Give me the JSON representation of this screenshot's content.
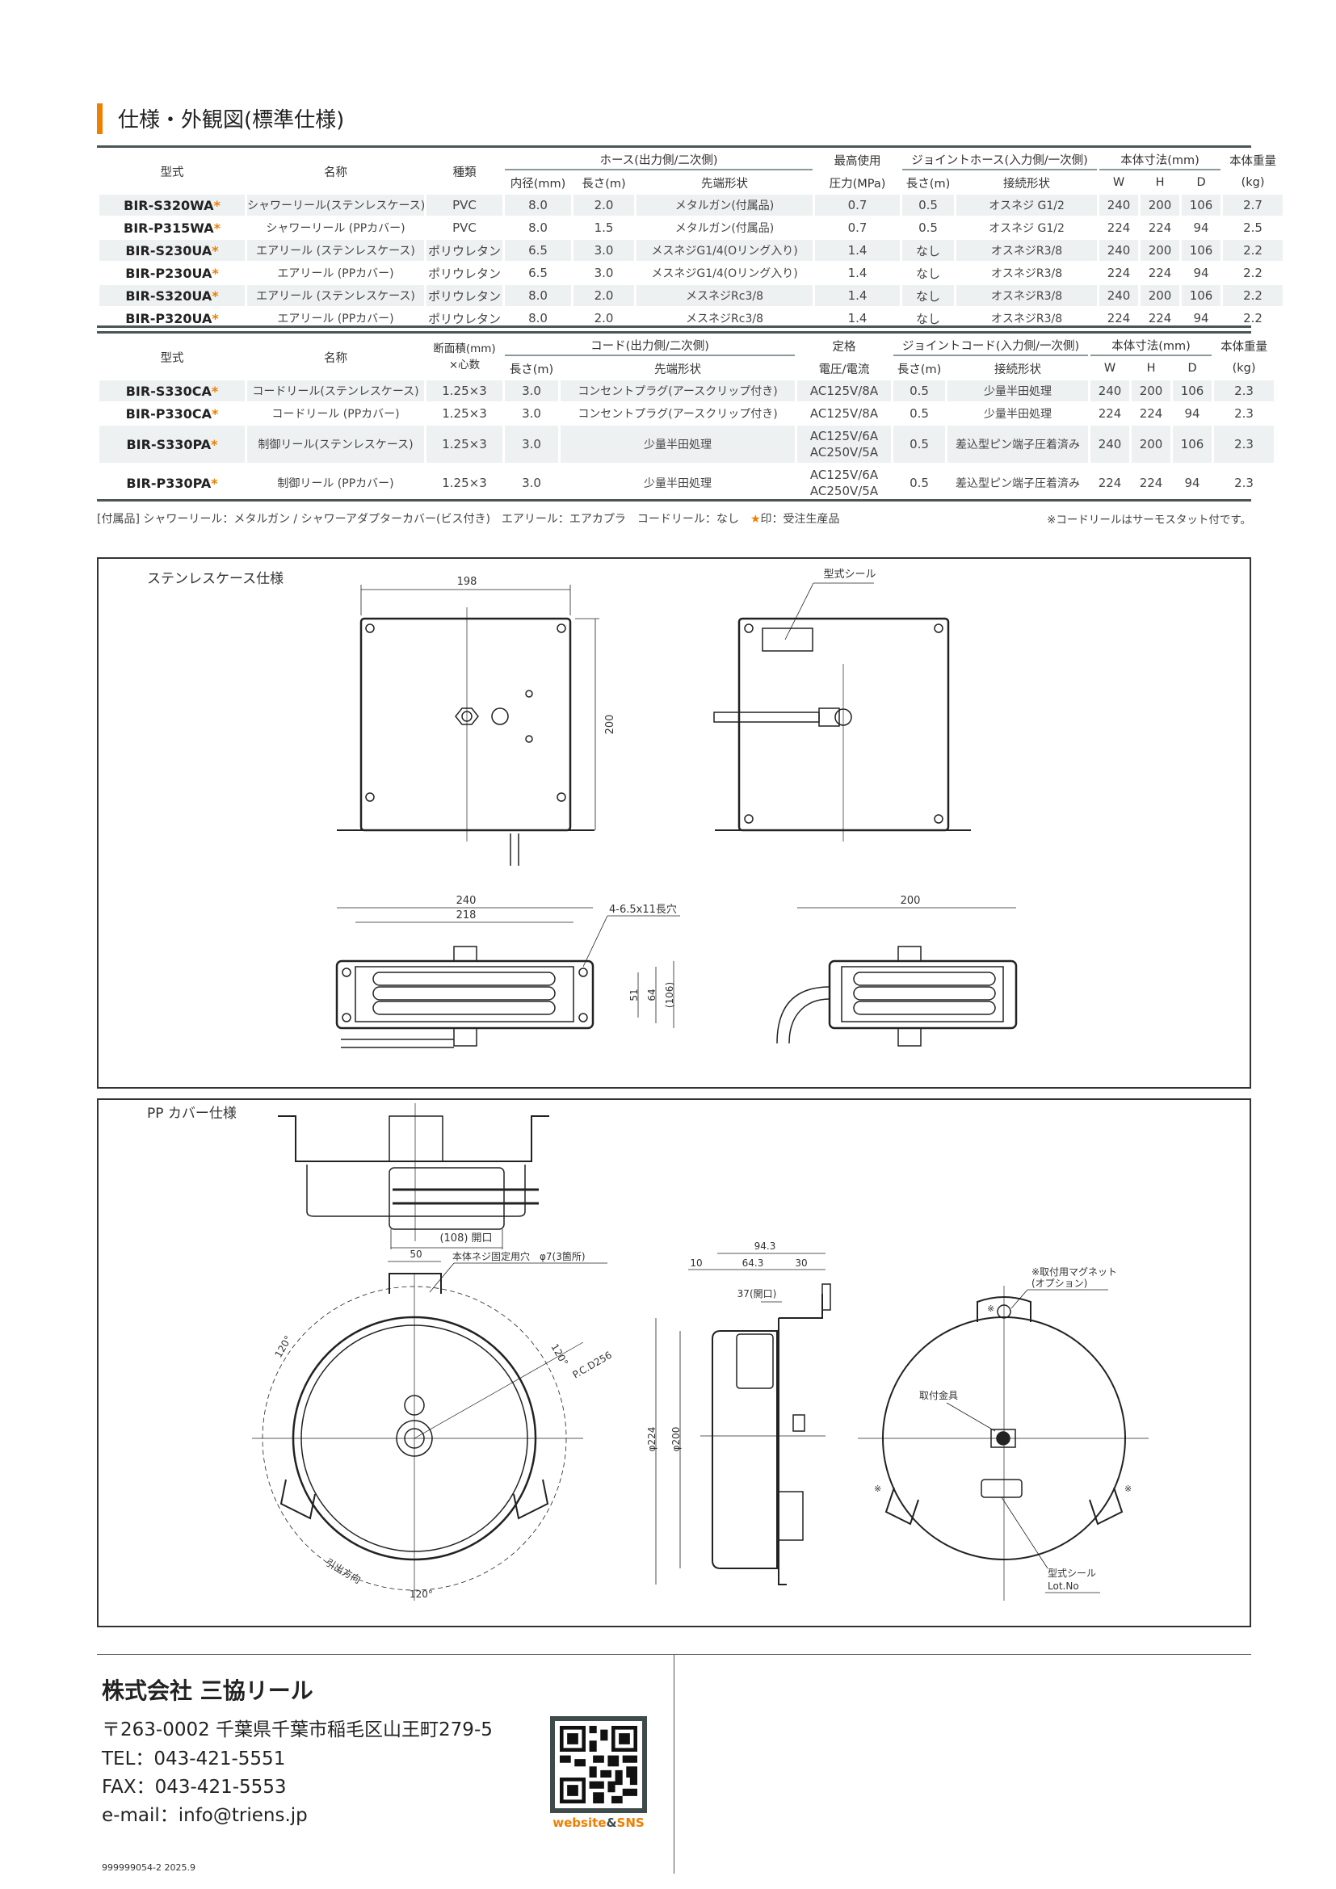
{
  "section_title": "仕様・外観図(標準仕様)",
  "star": "*",
  "table1": {
    "headers": {
      "model": "型式",
      "name": "名称",
      "type": "種類",
      "hose_group": "ホース(出力側/二次側)",
      "inner_dia": "内径(mm)",
      "length": "長さ(m)",
      "tip": "先端形状",
      "pressure_top": "最高使用",
      "pressure_bottom": "圧力(MPa)",
      "joint_group": "ジョイントホース(入力側/一次側)",
      "joint_length": "長さ(m)",
      "joint_conn": "接続形状",
      "dim_group": "本体寸法(mm)",
      "w": "W",
      "h": "H",
      "d": "D",
      "weight_top": "本体重量",
      "weight_bottom": "(kg)"
    },
    "rows": [
      {
        "model": "BIR-S320WA",
        "name": "シャワーリール(ステンレスケース)",
        "type": "PVC",
        "inner": "8.0",
        "len": "2.0",
        "tip": "メタルガン(付属品)",
        "pressure": "0.7",
        "jlen": "0.5",
        "jconn": "オスネジ G1/2",
        "w": "240",
        "h": "200",
        "d": "106",
        "kg": "2.7"
      },
      {
        "model": "BIR-P315WA",
        "name": "シャワーリール (PPカバー)",
        "type": "PVC",
        "inner": "8.0",
        "len": "1.5",
        "tip": "メタルガン(付属品)",
        "pressure": "0.7",
        "jlen": "0.5",
        "jconn": "オスネジ G1/2",
        "w": "224",
        "h": "224",
        "d": "94",
        "kg": "2.5"
      },
      {
        "model": "BIR-S230UA",
        "name": "エアリール (ステンレスケース)",
        "type": "ポリウレタン",
        "inner": "6.5",
        "len": "3.0",
        "tip": "メスネジG1/4(Oリング入り)",
        "pressure": "1.4",
        "jlen": "なし",
        "jconn": "オスネジR3/8",
        "w": "240",
        "h": "200",
        "d": "106",
        "kg": "2.2"
      },
      {
        "model": "BIR-P230UA",
        "name": "エアリール (PPカバー)",
        "type": "ポリウレタン",
        "inner": "6.5",
        "len": "3.0",
        "tip": "メスネジG1/4(Oリング入り)",
        "pressure": "1.4",
        "jlen": "なし",
        "jconn": "オスネジR3/8",
        "w": "224",
        "h": "224",
        "d": "94",
        "kg": "2.2"
      },
      {
        "model": "BIR-S320UA",
        "name": "エアリール (ステンレスケース)",
        "type": "ポリウレタン",
        "inner": "8.0",
        "len": "2.0",
        "tip": "メスネジRc3/8",
        "pressure": "1.4",
        "jlen": "なし",
        "jconn": "オスネジR3/8",
        "w": "240",
        "h": "200",
        "d": "106",
        "kg": "2.2"
      },
      {
        "model": "BIR-P320UA",
        "name": "エアリール (PPカバー)",
        "type": "ポリウレタン",
        "inner": "8.0",
        "len": "2.0",
        "tip": "メスネジRc3/8",
        "pressure": "1.4",
        "jlen": "なし",
        "jconn": "オスネジR3/8",
        "w": "224",
        "h": "224",
        "d": "94",
        "kg": "2.2"
      }
    ]
  },
  "table2": {
    "headers": {
      "model": "型式",
      "name": "名称",
      "section_top": "断面積(mm)",
      "section_bottom": "×心数",
      "cord_group": "コード(出力側/二次側)",
      "length": "長さ(m)",
      "tip": "先端形状",
      "rating_top": "定格",
      "rating_bottom": "電圧/電流",
      "joint_group": "ジョイントコード(入力側/一次側)",
      "joint_length": "長さ(m)",
      "joint_conn": "接続形状",
      "dim_group": "本体寸法(mm)",
      "w": "W",
      "h": "H",
      "d": "D",
      "weight_top": "本体重量",
      "weight_bottom": "(kg)"
    },
    "rows": [
      {
        "model": "BIR-S330CA",
        "name": "コードリール(ステンレスケース)",
        "section": "1.25×3",
        "len": "3.0",
        "tip": "コンセントプラグ(アースクリップ付き)",
        "rating1": "AC125V/8A",
        "rating2": "",
        "jlen": "0.5",
        "jconn": "少量半田処理",
        "w": "240",
        "h": "200",
        "d": "106",
        "kg": "2.3"
      },
      {
        "model": "BIR-P330CA",
        "name": "コードリール (PPカバー)",
        "section": "1.25×3",
        "len": "3.0",
        "tip": "コンセントプラグ(アースクリップ付き)",
        "rating1": "AC125V/8A",
        "rating2": "",
        "jlen": "0.5",
        "jconn": "少量半田処理",
        "w": "224",
        "h": "224",
        "d": "94",
        "kg": "2.3"
      },
      {
        "model": "BIR-S330PA",
        "name": "制御リール(ステンレスケース)",
        "section": "1.25×3",
        "len": "3.0",
        "tip": "少量半田処理",
        "rating1": "AC125V/6A",
        "rating2": "AC250V/5A",
        "jlen": "0.5",
        "jconn": "差込型ピン端子圧着済み",
        "w": "240",
        "h": "200",
        "d": "106",
        "kg": "2.3"
      },
      {
        "model": "BIR-P330PA",
        "name": "制御リール (PPカバー)",
        "section": "1.25×3",
        "len": "3.0",
        "tip": "少量半田処理",
        "rating1": "AC125V/6A",
        "rating2": "AC250V/5A",
        "jlen": "0.5",
        "jconn": "差込型ピン端子圧着済み",
        "w": "224",
        "h": "224",
        "d": "94",
        "kg": "2.3"
      }
    ]
  },
  "notes": {
    "accessories": "[付属品] シャワーリール：メタルガン / シャワーアダプターカバー(ビス付き)　エアリール：エアカプラ　コードリール：なし",
    "star_mark": "★",
    "star_text": "印：受注生産品",
    "thermostat": "※コードリールはサーモスタット付です。"
  },
  "stainless": {
    "title": "ステンレスケース仕様",
    "dim_198": "198",
    "dim_200_h": "200",
    "label_seal": "型式シール",
    "dim_240": "240",
    "dim_218": "218",
    "slot": "4-6.5x11長穴",
    "dim_51": "51",
    "dim_64": "64",
    "dim_106": "(106)",
    "dim_200_w": "200"
  },
  "pp": {
    "title": "PP カバー仕様",
    "opening_108": "(108) 開口",
    "dim_50": "50",
    "screw_hole": "本体ネジ固定用穴　φ7(3箇所)",
    "angle_120": "120°",
    "pcd": "P.C.D256",
    "pull_dir": "引出方向",
    "dim_94_3": "94.3",
    "dim_10": "10",
    "dim_64_3": "64.3",
    "dim_30": "30",
    "opening_37": "37(開口)",
    "phi_224": "φ224",
    "phi_200": "φ200",
    "magnet_1": "※取付用マグネット",
    "magnet_2": "(オプション)",
    "bracket": "取付金具",
    "mark": "※",
    "seal": "型式シール",
    "lot": "Lot.No"
  },
  "footer": {
    "company": "株式会社 三協リール",
    "address": "〒263-0002 千葉県千葉市稲毛区山王町279-5",
    "tel": "TEL：043-421-5551",
    "fax": "FAX：043-421-5553",
    "email": "e-mail：info@triens.jp",
    "qr_label_a": "website",
    "qr_label_b": "&",
    "qr_label_c": "SNS",
    "doc_code": "999999054-2  2025.9"
  },
  "colors": {
    "accent": "#ee7f00",
    "rule": "#4a5556",
    "cell": "#eef1f2"
  }
}
